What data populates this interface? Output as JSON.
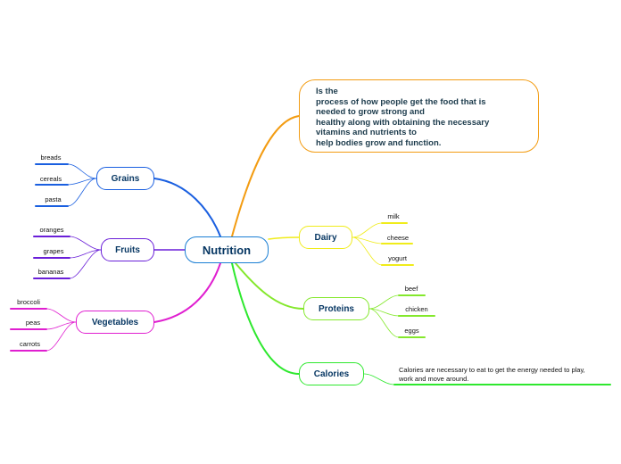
{
  "central": {
    "label": "Nutrition",
    "color": "#1a7fd4"
  },
  "definition": {
    "color": "#f39c12",
    "lines": [
      "Is the",
      "process of how people get the food that is",
      "needed to grow strong and",
      "healthy along with obtaining the necessary",
      "vitamins and nutrients to",
      "help bodies grow and function."
    ]
  },
  "branches": {
    "grains": {
      "label": "Grains",
      "color": "#1a5fe0",
      "items": [
        "breads",
        "cereals",
        "pasta"
      ]
    },
    "fruits": {
      "label": "Fruits",
      "color": "#6a1fd8",
      "items": [
        "oranges",
        "grapes",
        "bananas"
      ]
    },
    "vegetables": {
      "label": "Vegetables",
      "color": "#e01fd0",
      "items": [
        "broccoli",
        "peas",
        "carrots"
      ]
    },
    "dairy": {
      "label": "Dairy",
      "color": "#f0ec1a",
      "items": [
        "milk",
        "cheese",
        "yogurt"
      ]
    },
    "proteins": {
      "label": "Proteins",
      "color": "#84e82c",
      "items": [
        "beef",
        "chicken",
        "eggs"
      ]
    },
    "calories": {
      "label": "Calories",
      "color": "#2ee82e",
      "note_lines": [
        "Calories are necessary to eat to get the energy needed to play,",
        "work and move around."
      ]
    }
  }
}
